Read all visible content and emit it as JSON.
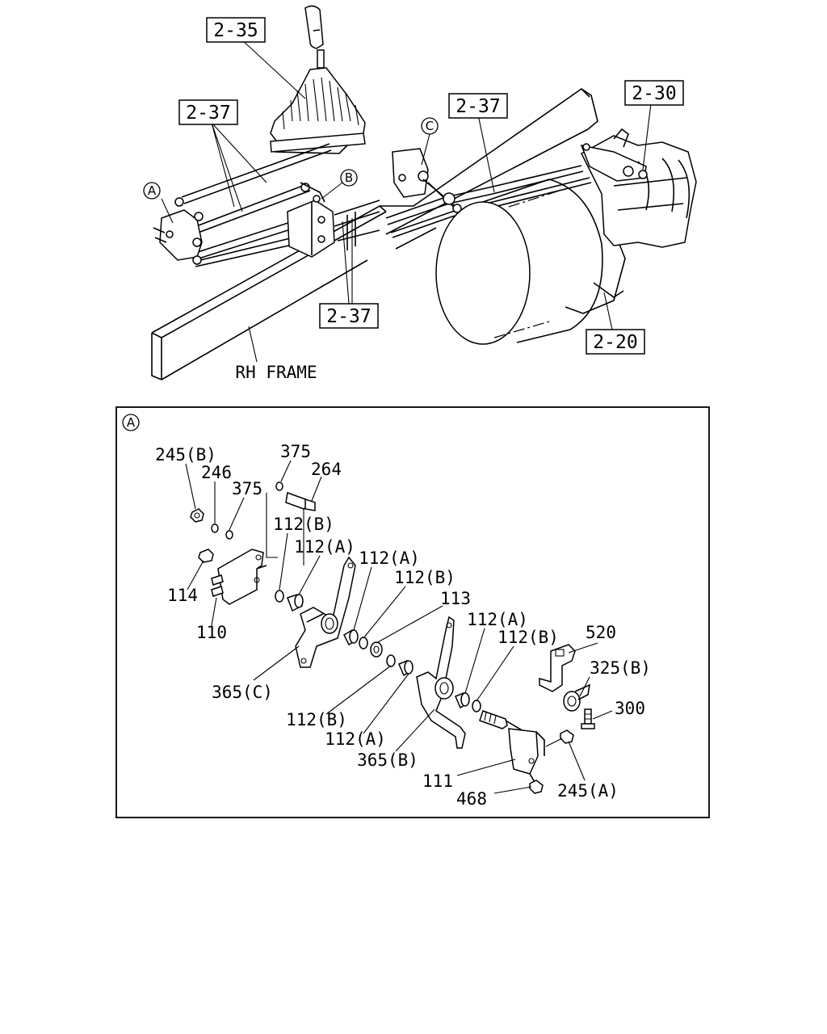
{
  "overview": {
    "refs": {
      "top_2_35": "2-35",
      "left_2_37": "2-37",
      "mid_2_37": "2-37",
      "low_2_37": "2-37",
      "right_2_30": "2-30",
      "right_2_20": "2-20"
    },
    "callouts": {
      "a": "A",
      "b": "B",
      "c": "C"
    },
    "frame_label": "RH FRAME"
  },
  "detail_a": {
    "title": "A",
    "parts": {
      "p245b": "245(B)",
      "p246": "246",
      "p375a": "375",
      "p375b": "375",
      "p264": "264",
      "p112b_1": "112(B)",
      "p112a_1": "112(A)",
      "p112a_2": "112(A)",
      "p112b_2": "112(B)",
      "p113": "113",
      "p114": "114",
      "p110": "110",
      "p365c": "365(C)",
      "p112a_3": "112(A)",
      "p112b_3": "112(B)",
      "p520": "520",
      "p325b": "325(B)",
      "p300": "300",
      "p112b_4": "112(B)",
      "p112a_4": "112(A)",
      "p365b": "365(B)",
      "p111": "111",
      "p468": "468",
      "p245a": "245(A)"
    }
  }
}
